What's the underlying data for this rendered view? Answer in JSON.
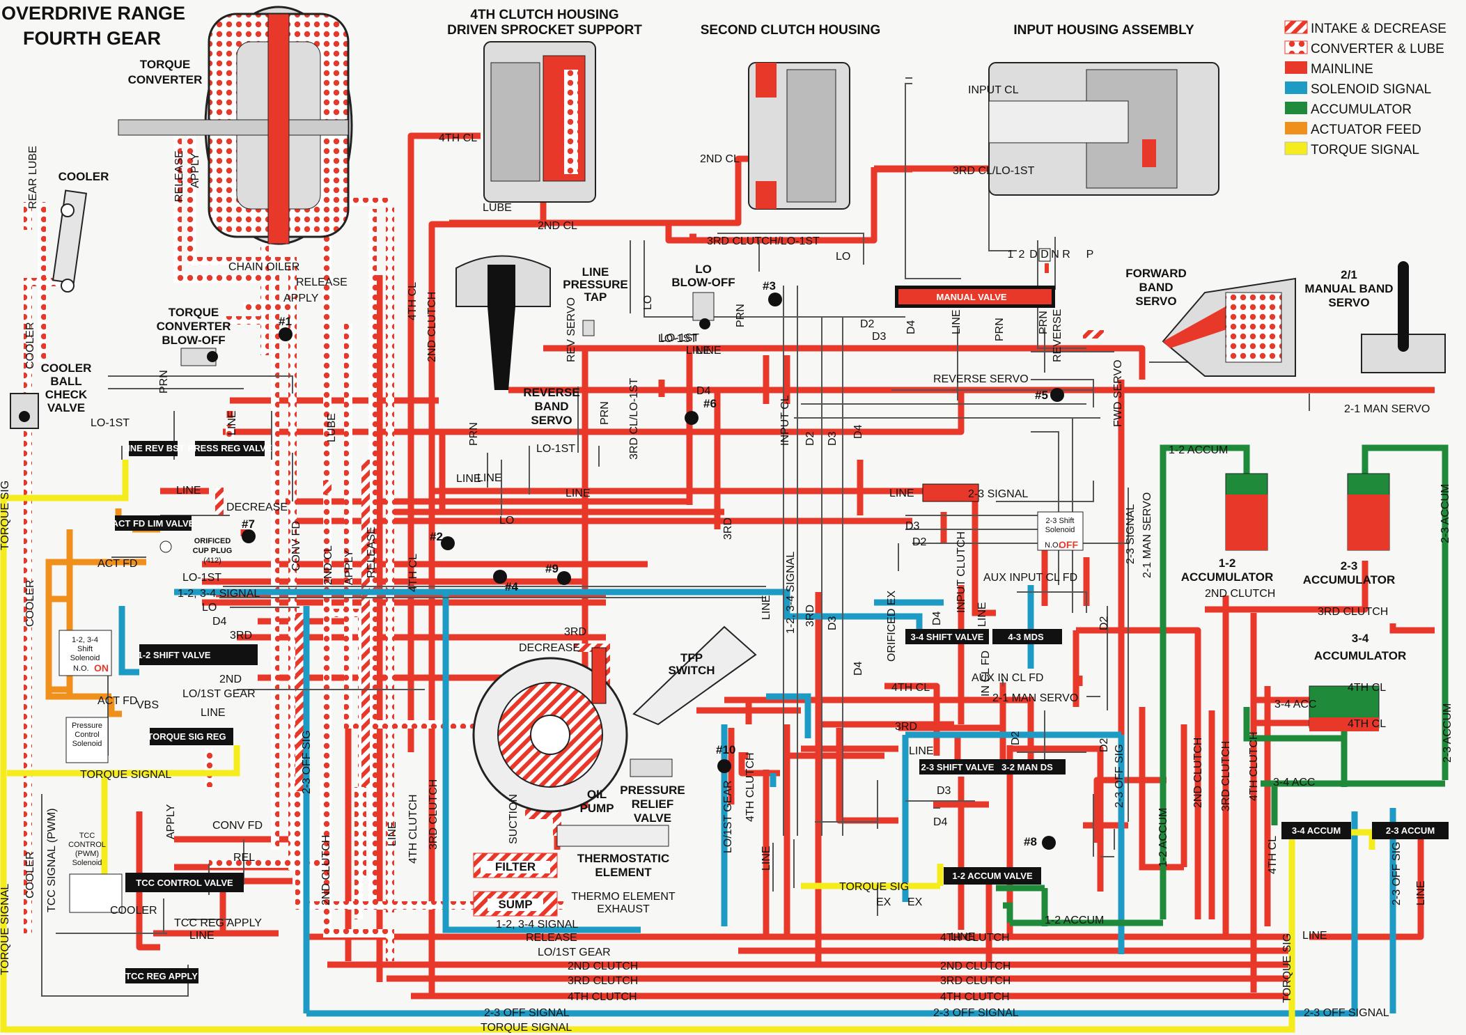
{
  "title": {
    "line1": "OVERDRIVE RANGE",
    "line2": "FOURTH GEAR"
  },
  "headers": {
    "fourth_clutch_l1": "4TH CLUTCH HOUSING",
    "fourth_clutch_l2": "DRIVEN SPROCKET SUPPORT",
    "second_clutch": "SECOND CLUTCH HOUSING",
    "input_housing": "INPUT HOUSING ASSEMBLY"
  },
  "legend": [
    {
      "label": "INTAKE & DECREASE",
      "color": "#e8382a",
      "pattern": "hatch"
    },
    {
      "label": "CONVERTER & LUBE",
      "color": "#e8382a",
      "pattern": "dots"
    },
    {
      "label": "MAINLINE",
      "color": "#e8382a",
      "pattern": "solid"
    },
    {
      "label": "SOLENOID SIGNAL",
      "color": "#1e9bc4",
      "pattern": "solid"
    },
    {
      "label": "ACCUMULATOR",
      "color": "#1e8a3a",
      "pattern": "solid"
    },
    {
      "label": "ACTUATOR FEED",
      "color": "#f0901c",
      "pattern": "solid"
    },
    {
      "label": "TORQUE SIGNAL",
      "color": "#f4ec1c",
      "pattern": "solid"
    }
  ],
  "components": {
    "torque_converter": [
      "TORQUE",
      "CONVERTER"
    ],
    "cooler": "COOLER",
    "rear_lube": "REAR LUBE",
    "cooler_ball_check": [
      "COOLER",
      "BALL",
      "CHECK",
      "VALVE"
    ],
    "tc_blowoff": [
      "TORQUE",
      "CONVERTER",
      "BLOW-OFF"
    ],
    "line_pressure_tap": [
      "LINE",
      "PRESSURE",
      "TAP"
    ],
    "reverse_band_servo": [
      "REVERSE",
      "BAND",
      "SERVO"
    ],
    "lo_blowoff": [
      "LO",
      "BLOW-OFF"
    ],
    "forward_band_servo": [
      "FORWARD",
      "BAND",
      "SERVO"
    ],
    "manual_band_servo": [
      "2/1",
      "MANUAL BAND",
      "SERVO"
    ],
    "oil_pump": [
      "OIL",
      "PUMP"
    ],
    "pressure_relief": [
      "PRESSURE",
      "RELIEF",
      "VALVE"
    ],
    "tfp_switch": [
      "TFP",
      "SWITCH"
    ],
    "thermostatic": [
      "THERMOSTATIC",
      "ELEMENT"
    ],
    "thermo_exhaust": [
      "THERMO ELEMENT",
      "EXHAUST"
    ],
    "filter": "FILTER",
    "sump": "SUMP",
    "acc_12": [
      "1-2",
      "ACCUMULATOR"
    ],
    "acc_23": [
      "2-3",
      "ACCUMULATOR"
    ],
    "acc_34": [
      "3-4",
      "ACCUMULATOR"
    ],
    "orificed_cup_plug": [
      "ORIFICED",
      "CUP PLUG",
      "(412)"
    ],
    "sol_12_34": [
      "1-2, 3-4",
      "Shift",
      "Solenoid"
    ],
    "sol_23": [
      "2-3 Shift",
      "Solenoid"
    ],
    "pcs": [
      "Pressure",
      "Control",
      "Solenoid"
    ],
    "tcc_sol": [
      "TCC",
      "CONTROL",
      "(PWM)",
      "Solenoid"
    ]
  },
  "solenoid_states": {
    "no": "N.O.",
    "on": "ON",
    "off": "OFF"
  },
  "valves": {
    "manual": "MANUAL VALVE",
    "line_rev_bst": "LINE REV BST",
    "press_reg": "PRESS REG VALVE",
    "act_fd_lim": "ACT FD LIM VALVE",
    "shift_12": "1-2 SHIFT VALVE",
    "torque_sig_reg": "TORQUE SIG REG",
    "tcc_control": "TCC CONTROL VALVE",
    "tcc_reg_apply": "TCC REG APPLY",
    "shift_34": "3-4 SHIFT VALVE",
    "mds_43": "4-3 MDS",
    "shift_23": "2-3 SHIFT VALVE",
    "man_ds_32": "3-2 MAN DS",
    "accum_12": "1-2 ACCUM VALVE",
    "accum_34": "3-4 ACCUM",
    "accum_23": "2-3 ACCUM",
    "vbs": "VBS"
  },
  "selector": [
    "1",
    "2",
    "D",
    "D",
    "N",
    "R",
    "P"
  ],
  "checkballs": [
    "#1",
    "#2",
    "#3",
    "#4",
    "#5",
    "#6",
    "#7",
    "#8",
    "#9",
    "#10"
  ],
  "passage_labels": {
    "cl4": "4TH CL",
    "lube": "LUBE",
    "cl2": "2ND CL",
    "cl2b": "2ND CL",
    "cl3_lo1st": "3RD CL/LO-1ST",
    "input_cl": "INPUT CL",
    "cl3_lo1st_b": "3RD CLUTCH/LO-1ST",
    "lo": "LO",
    "chain_oiler": "CHAIN OILER",
    "release": "RELEASE",
    "apply": "APPLY",
    "lo1st": "LO-1ST",
    "line": "LINE",
    "rev_servo": "REV SERVO",
    "reverse_servo": "REVERSE SERVO",
    "d2": "D2",
    "d3": "D3",
    "d4": "D4",
    "prn": "PRN",
    "reverse": "REVERSE",
    "man_servo_21": "2-1 MAN SERVO",
    "fwd_servo": "FWD SERVO",
    "accum_12": "1-2 ACCUM",
    "accum_23": "2-3 ACCUM",
    "cl2_full": "2ND CLUTCH",
    "cl3_full": "3RD CLUTCH",
    "cl4_full": "4TH CLUTCH",
    "signal_23": "2-3 SIGNAL",
    "decrease": "DECREASE",
    "act_fd": "ACT FD",
    "torque_sig": "TORQUE SIG",
    "torque_signal": "TORQUE SIGNAL",
    "cooler": "COOLER",
    "rear_lube": "REAR LUBE",
    "sig_12_34": "1-2, 3-4 SIGNAL",
    "lo_1st_gear": "LO/1ST GEAR",
    "rd3": "3RD",
    "nd2": "2ND",
    "conv_fd": "CONV FD",
    "rel": "REL",
    "tcc_reg_apply": "TCC REG APPLY",
    "tcc_signal": "TCC SIGNAL (PWM)",
    "off_sig_23": "2-3 OFF SIG",
    "off_signal_23": "2-3 OFF SIGNAL",
    "aux_input": "AUX INPUT CL FD",
    "aux_in": "AUX IN CL FD",
    "man_servo": "2-1 MAN SERVO",
    "orificed_ex": "ORIFICED EX",
    "in_cl_fd": "IN CL FD",
    "input_clutch": "INPUT CLUTCH",
    "ex": "EX",
    "suction": "SUCTION",
    "lo1st_gear": "LO/1ST GEAR",
    "acc_34": "3-4 ACC"
  }
}
